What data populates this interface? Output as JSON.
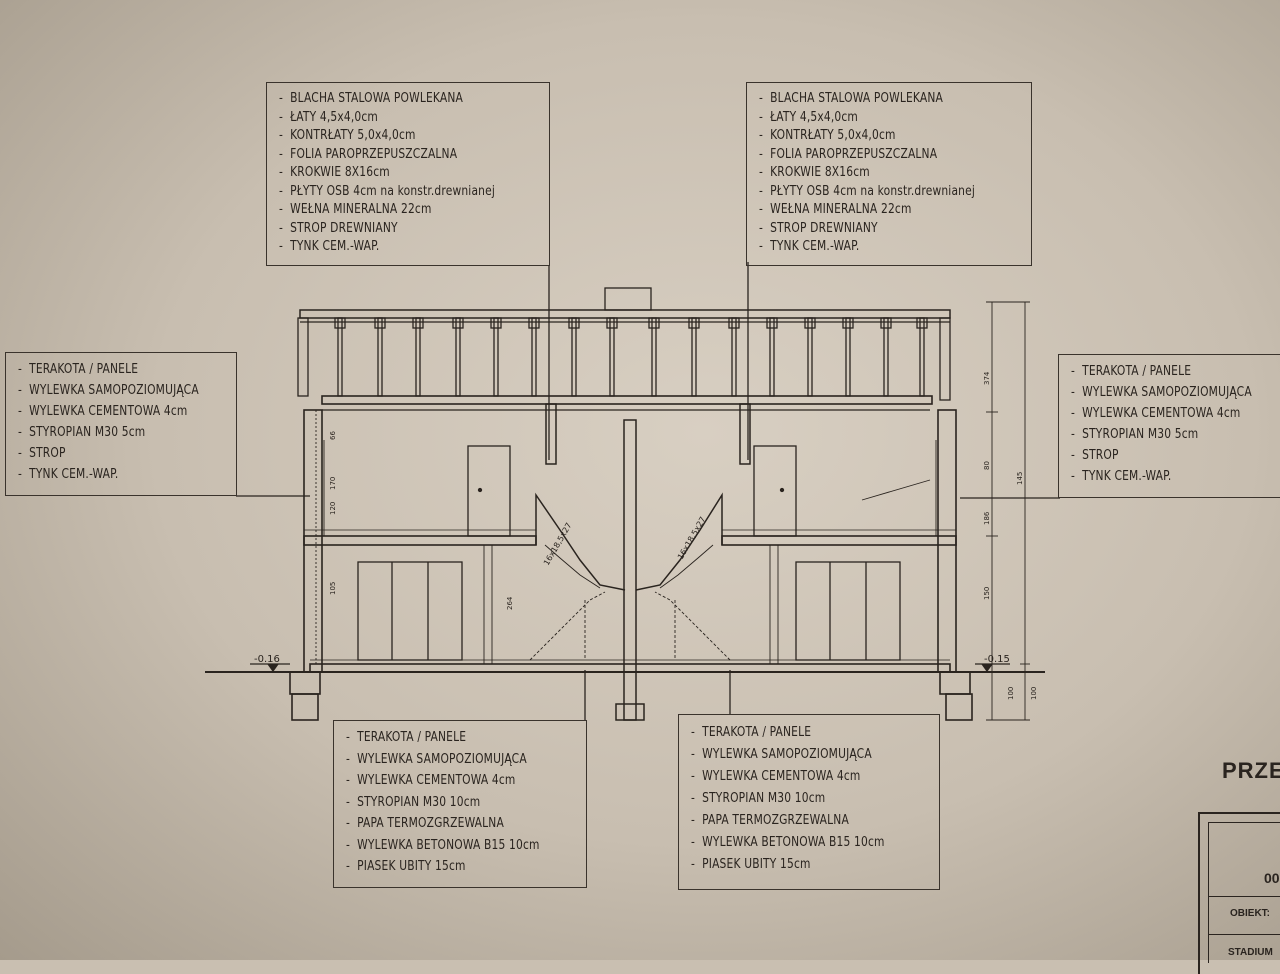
{
  "roof_left": [
    "BLACHA STALOWA POWLEKANA",
    "ŁATY 4,5x4,0cm",
    "KONTRŁATY 5,0x4,0cm",
    "FOLIA PAROPRZEPUSZCZALNA",
    "KROKWIE 8X16cm",
    "PŁYTY OSB 4cm na konstr.drewnianej",
    "WEŁNA MINERALNA 22cm",
    "STROP DREWNIANY",
    "TYNK CEM.-WAP."
  ],
  "roof_right": [
    "BLACHA STALOWA POWLEKANA",
    "ŁATY 4,5x4,0cm",
    "KONTRŁATY 5,0x4,0cm",
    "FOLIA PAROPRZEPUSZCZALNA",
    "KROKWIE 8X16cm",
    "PŁYTY OSB 4cm na konstr.drewnianej",
    "WEŁNA MINERALNA 22cm",
    "STROP DREWNIANY",
    "TYNK CEM.-WAP."
  ],
  "ceiling_left": [
    "TERAKOTA / PANELE",
    "WYLEWKA SAMOPOZIOMUJĄCA",
    "WYLEWKA CEMENTOWA 4cm",
    "STYROPIAN M30 5cm",
    "STROP",
    "TYNK CEM.-WAP."
  ],
  "ceiling_right": [
    "TERAKOTA / PANELE",
    "WYLEWKA SAMOPOZIOMUJĄCA",
    "WYLEWKA CEMENTOWA 4cm",
    "STYROPIAN M30 5cm",
    "STROP",
    "TYNK CEM.-WAP."
  ],
  "floor_left": [
    "TERAKOTA / PANELE",
    "WYLEWKA SAMOPOZIOMUJĄCA",
    "WYLEWKA CEMENTOWA 4cm",
    "STYROPIAN M30 10cm",
    "PAPA TERMOZGRZEWALNA",
    "WYLEWKA BETONOWA B15 10cm",
    "PIASEK UBITY 15cm"
  ],
  "floor_right": [
    "TERAKOTA / PANELE",
    "WYLEWKA SAMOPOZIOMUJĄCA",
    "WYLEWKA CEMENTOWA 4cm",
    "STYROPIAN M30 10cm",
    "PAPA TERMOZGRZEWALNA",
    "WYLEWKA BETONOWA B15 10cm",
    "PIASEK UBITY 15cm"
  ],
  "levels": {
    "left": "-0.16",
    "right": "-0.15"
  },
  "stair_labels": [
    "16x18,5x27",
    "16x18,5x27"
  ],
  "dimensions": {
    "d374": "374",
    "d80": "80",
    "d145": "145",
    "d186": "186",
    "d150": "150",
    "d100": "100",
    "d66": "66",
    "d170": "170",
    "d120": "120",
    "d105": "105",
    "d264": "264"
  },
  "title_block": {
    "heading": "PRZE",
    "number": "00",
    "obiekt": "OBIEKT:",
    "stadium": "STADIUM"
  },
  "colors": {
    "paper": "#d3c9bb",
    "ink": "#2a241f"
  }
}
